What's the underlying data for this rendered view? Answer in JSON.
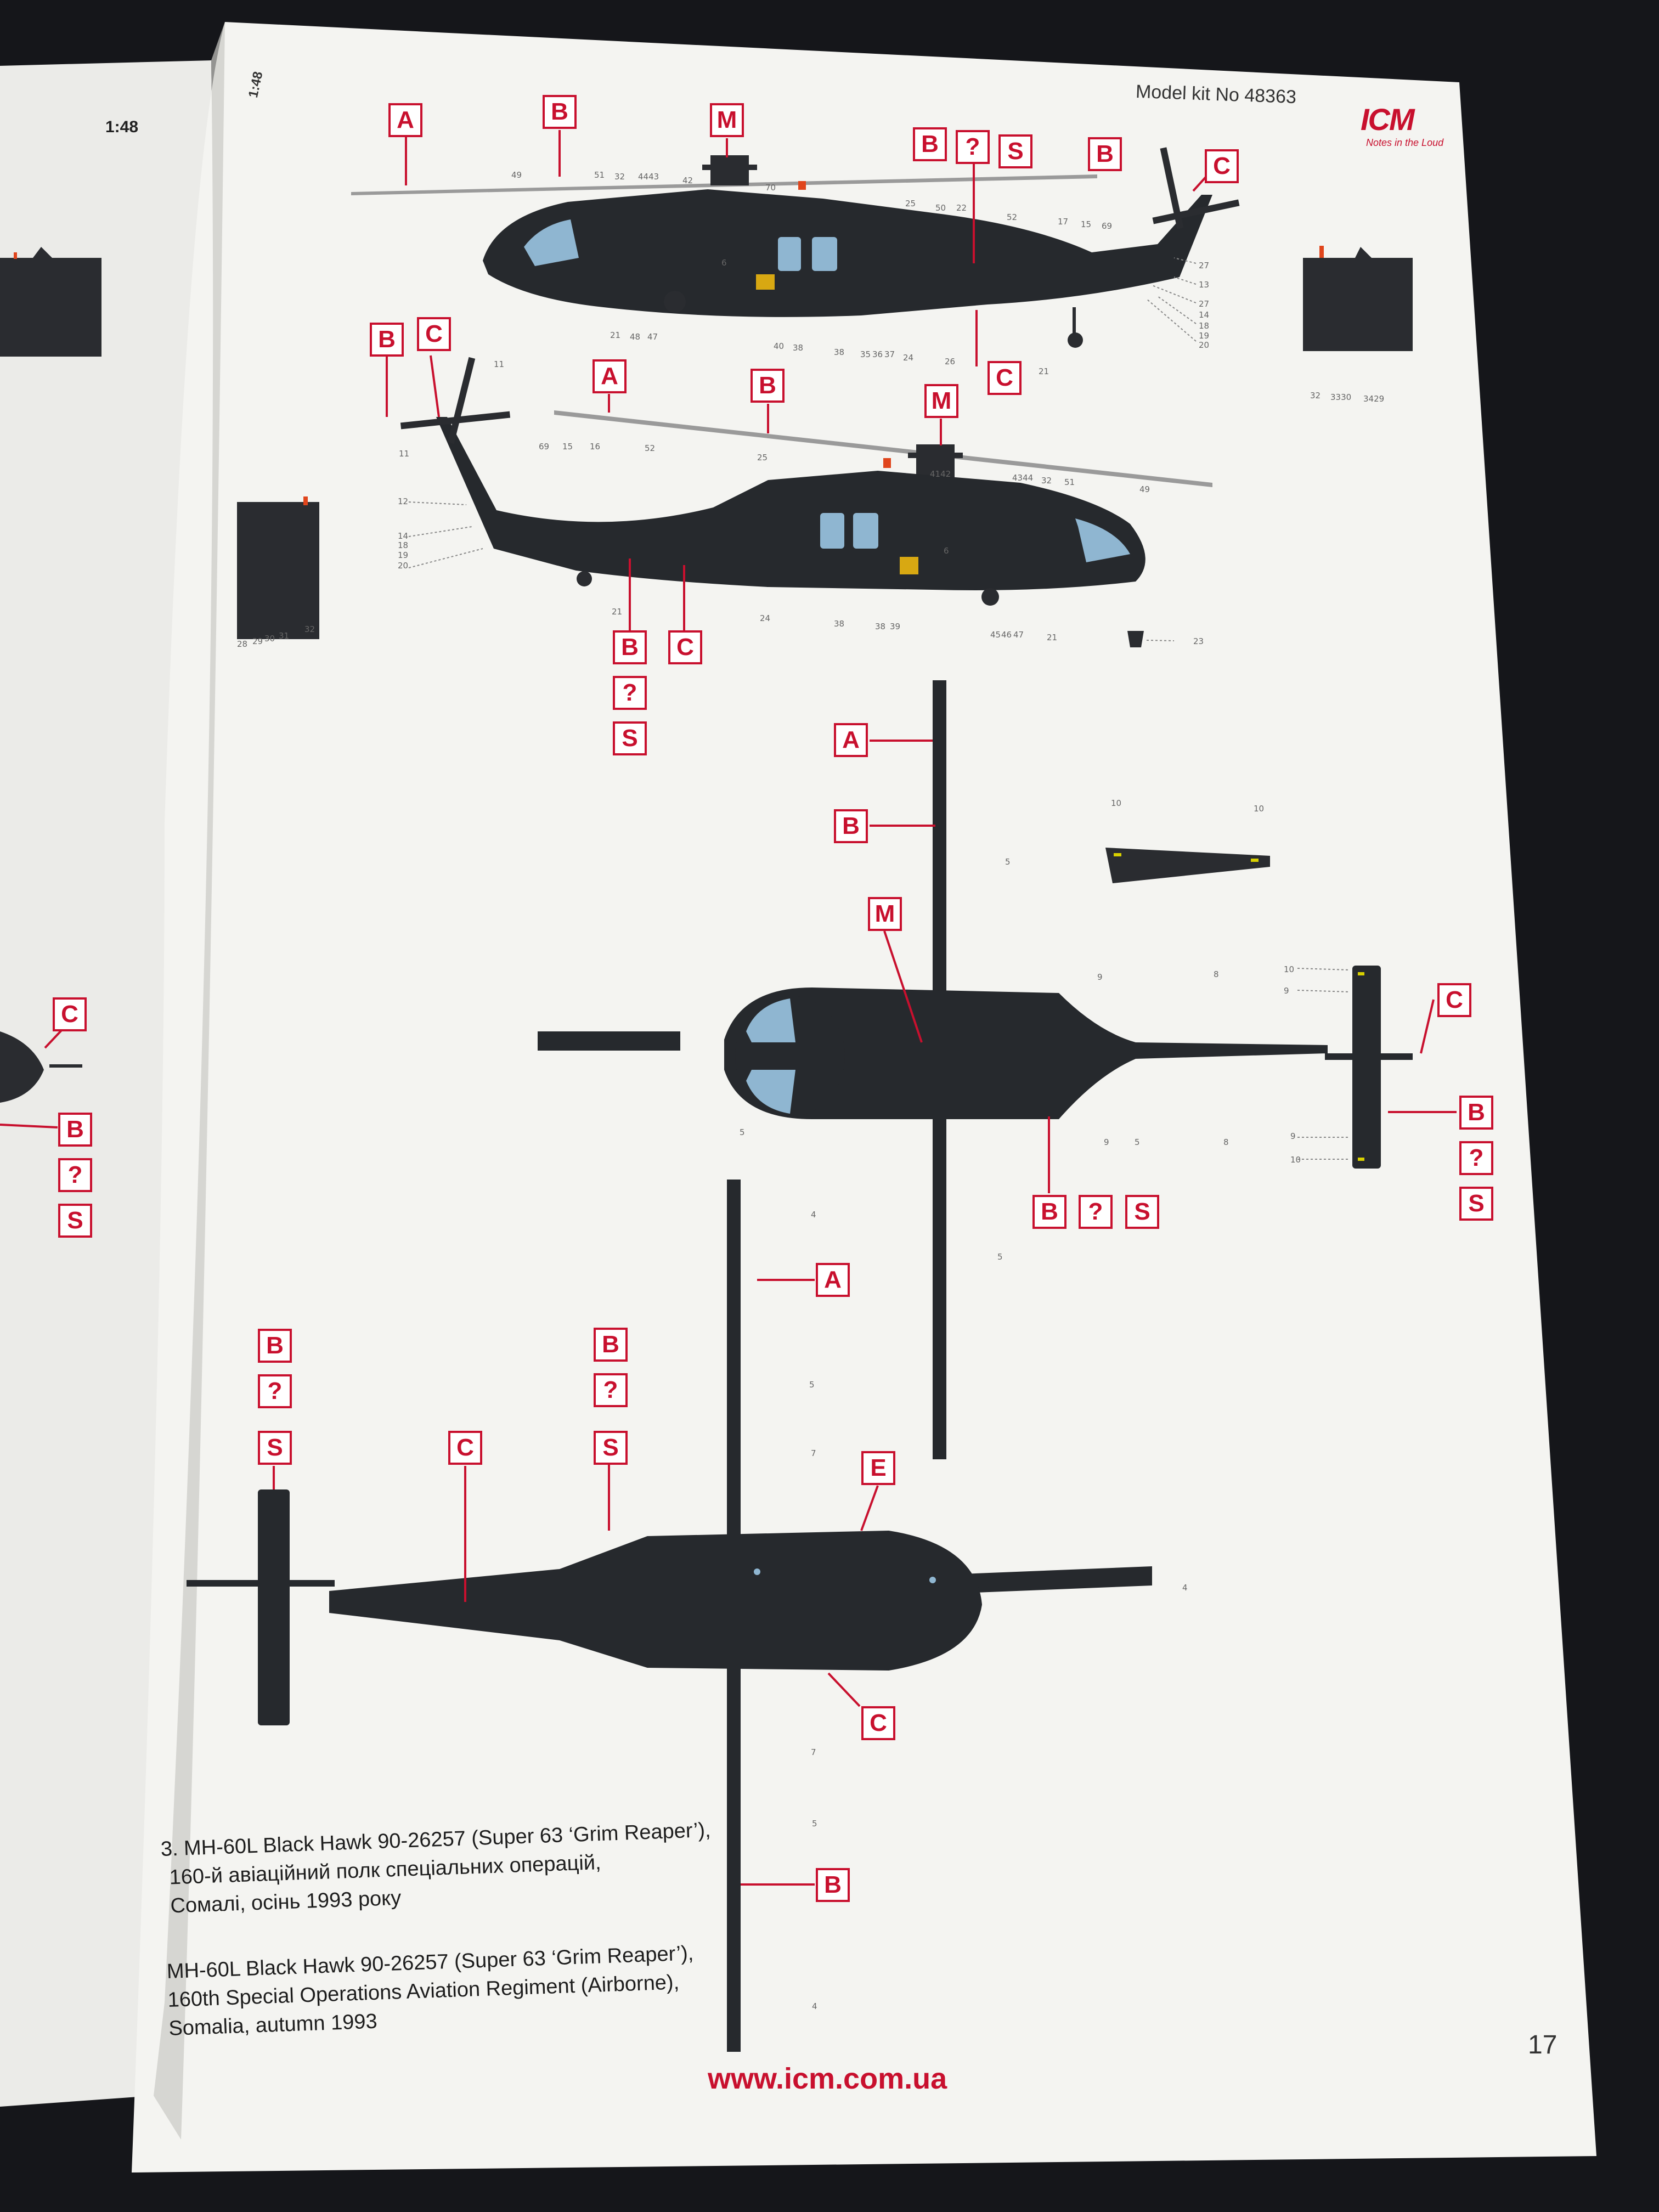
{
  "header": {
    "scale_left": "1:48",
    "scale_tilted": "1:48",
    "kit": "Model kit No 48363",
    "brand": "ICM",
    "brand_tagline": "Notes in the Loud"
  },
  "callouts": {
    "a": "A",
    "b": "B",
    "c": "C",
    "m": "M",
    "e": "E",
    "s": "S",
    "q": "?"
  },
  "caption": {
    "uk": [
      "3. MH-60L Black Hawk 90-26257 (Super 63 ‘Grim Reaper’),",
      "160-й авіаційний полк спеціальних операцій,",
      "Сомалі, осінь 1993 року"
    ],
    "en": [
      "MH-60L Black Hawk 90-26257 (Super 63 ‘Grim Reaper’),",
      "160th Special Operations Aviation Regiment (Airborne),",
      "Somalia, autumn 1993"
    ]
  },
  "page_number": "17",
  "footer_url": "www.icm.com.ua",
  "decal_numbers": {
    "n1": "49",
    "n2": "51",
    "n3": "32",
    "n4": "4443",
    "n5": "42",
    "n6": "70",
    "n7": "25",
    "n8": "50",
    "n9": "22",
    "n10": "52",
    "n11": "17",
    "n12": "15",
    "n13": "69",
    "n14": "6",
    "n15": "21",
    "n16": "48",
    "n17": "47",
    "n18": "40",
    "n19": "38",
    "n20": "38",
    "n21": "35",
    "n22": "36",
    "n23": "37",
    "n24": "24",
    "n25": "26",
    "n26": "21",
    "n27": "27",
    "n28": "13",
    "n29": "27",
    "n30": "14",
    "n31": "18",
    "n32": "19",
    "n33": "20",
    "n34": "32",
    "n35": "3330",
    "n36": "3429",
    "n37": "11",
    "n38": "69",
    "n39": "15",
    "n40": "16",
    "n41": "52",
    "n42": "25",
    "n43": "4142",
    "n44": "4344",
    "n45": "32",
    "n46": "51",
    "n47": "49",
    "n48": "11",
    "n49": "12",
    "n50": "14",
    "n51": "18",
    "n52": "19",
    "n53": "20",
    "n54": "21",
    "n55": "24",
    "n56": "38",
    "n57": "38",
    "n58": "39",
    "n59": "45",
    "n60": "46",
    "n61": "47",
    "n62": "21",
    "n63": "23",
    "n64": "6",
    "n65": "28",
    "n66": "29",
    "n67": "30",
    "n68": "31",
    "n69": "32",
    "n70": "10",
    "n71": "10",
    "n72": "5",
    "n73": "10",
    "n74": "9",
    "n75": "9",
    "n76": "8",
    "n77": "9",
    "n78": "5",
    "n79": "8",
    "n80": "5",
    "n81": "9",
    "n82": "10",
    "n83": "5",
    "n84": "4",
    "n85": "5",
    "n86": "7",
    "n87": "4",
    "n88": "7",
    "n89": "5",
    "n90": "4"
  },
  "colors": {
    "page": "#f4f4f1",
    "accent_red": "#c8102e",
    "helicopter": "#26292d",
    "canopy": "#8fb6d1",
    "background": "#15161a"
  }
}
